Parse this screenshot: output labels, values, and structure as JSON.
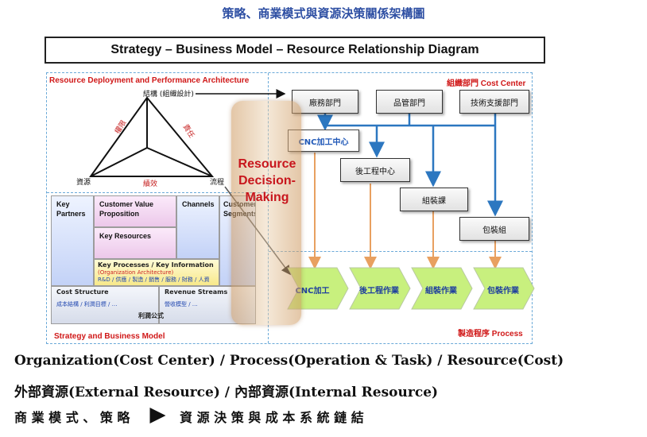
{
  "header_title": "策略、商業模式與資源決策關係架構圖",
  "diagram_title": "Strategy – Business Model –  Resource  Relationship Diagram",
  "left_panel": {
    "label": "Resource Deployment and Performance Architecture",
    "triangle": {
      "top": "結構 (組織設計)",
      "left_side": "權限",
      "right_side": "責任",
      "bottom": "績效",
      "bottom_left": "資源",
      "bottom_right": "流程"
    }
  },
  "decision_label": "Resource Decision-Making",
  "decision_lines": [
    "Resource",
    "Decision-",
    "Making"
  ],
  "cost_center": {
    "label": "組織部門 Cost Center",
    "departments": [
      "廠務部門",
      "品管部門",
      "技術支援部門"
    ],
    "units": [
      "CNC加工中心",
      "後工程中心",
      "組裝課",
      "包裝組"
    ]
  },
  "process": {
    "label": "製造程序 Process",
    "steps": [
      "CNC加工",
      "後工程作業",
      "組裝作業",
      "包裝作業"
    ]
  },
  "bmc": {
    "label": "Strategy and Business Model",
    "key_partners": "Key Partners",
    "value_prop": "Customer Value Proposition",
    "channels": "Channels",
    "customer_segments": "Customer Segments",
    "key_resources": "Key Resources",
    "key_processes": "Key Processes / Key Information",
    "key_processes_sub": "(Organization Architecture)",
    "key_processes_items": "R&D / 供應 / 製造 / 銷售 / 服務 / 財務 / 人資",
    "cost_structure": "Cost Structure",
    "cost_items": "成本結構 / 利潤目標 / …",
    "revenue_streams": "Revenue Streams",
    "revenue_items": "營收模型 / …",
    "profit_formula": "利潤公式"
  },
  "bottom_text": {
    "line1": "Organization(Cost Center) / Process(Operation & Task) / Resource(Cost)",
    "line2": "外部資源(External Resource) / 內部資源(Internal Resource)",
    "line3_a": "商 業 模 式 、 策 略",
    "line3_b": "資 源 決 策  與  成 本 系 統  鏈 結"
  },
  "colors": {
    "title_blue": "#2e4fa3",
    "red_label": "#d01818",
    "dashed_blue": "#6aa9d8",
    "arrow_blue": "#2c77c0",
    "arrow_orange": "#e8a060",
    "process_green": "#c6f07a",
    "decision_tan": "#d8a870",
    "bmc_blue": "#cfdcff",
    "bmc_pink": "#f2d3f0",
    "bmc_yellow": "#fff3a8"
  }
}
